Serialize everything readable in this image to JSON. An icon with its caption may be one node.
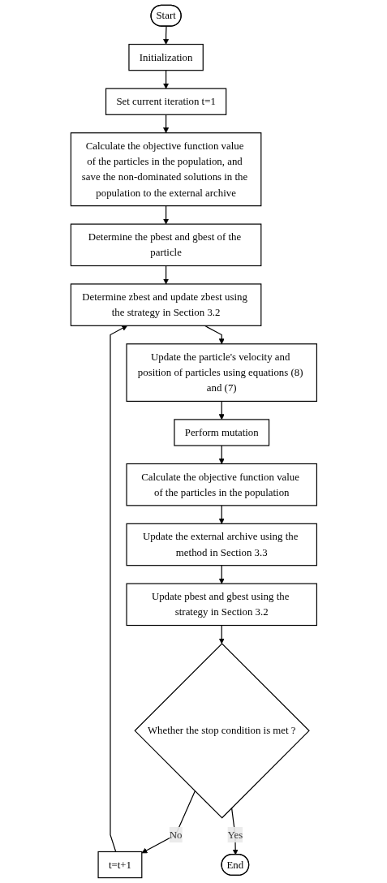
{
  "diagram": {
    "nodes": [
      {
        "text": [
          "Start"
        ]
      },
      {
        "text": [
          "Initialization"
        ]
      },
      {
        "text": [
          "Set current iteration t=1"
        ]
      },
      {
        "text": [
          "Calculate the objective function value of the particles in the population, and save the non-dominated solutions in the population to the external archive"
        ]
      },
      {
        "text": [
          "Determine the pbest and gbest of the particle"
        ]
      },
      {
        "text": [
          "Determine zbest and update zbest using the strategy in Section 3.2"
        ]
      },
      {
        "text": [
          "Update the particle's velocity and position of particles using equations (8) and (7)"
        ]
      },
      {
        "text": [
          "Perform mutation"
        ]
      },
      {
        "text": [
          "Calculate the objective function value of the particles in the population"
        ]
      },
      {
        "text": [
          "Update the external archive using the method in Section 3.3"
        ]
      },
      {
        "text": [
          "Update pbest and gbest using the strategy in Section 3.2"
        ]
      },
      {
        "text": [
          "Whether the stop condition is met ?"
        ]
      },
      {
        "text": [
          "t=t+1"
        ]
      },
      {
        "text": [
          "End"
        ]
      }
    ],
    "edges": [
      {
        "from": 0,
        "to": 1,
        "arrow": "to"
      },
      {
        "from": 1,
        "to": 2,
        "arrow": "to"
      },
      {
        "from": 2,
        "to": 3,
        "arrow": "to"
      },
      {
        "from": 3,
        "to": 4,
        "arrow": "to"
      },
      {
        "from": 4,
        "to": 5,
        "arrow": "to"
      },
      {
        "from": 5,
        "to": 6,
        "arrow": "to"
      },
      {
        "from": 6,
        "to": 7,
        "arrow": "to"
      },
      {
        "from": 7,
        "to": 8,
        "arrow": "to"
      },
      {
        "from": 8,
        "to": 9,
        "arrow": "to"
      },
      {
        "from": 9,
        "to": 10,
        "arrow": "to"
      },
      {
        "from": 10,
        "to": 11,
        "arrow": "to"
      },
      {
        "from": 11,
        "to": 12,
        "label": "No",
        "arrow": "to"
      },
      {
        "from": 11,
        "to": 13,
        "label": "Yes",
        "arrow": "to"
      },
      {
        "from": 12,
        "to": 5,
        "arrow": "to"
      }
    ]
  }
}
